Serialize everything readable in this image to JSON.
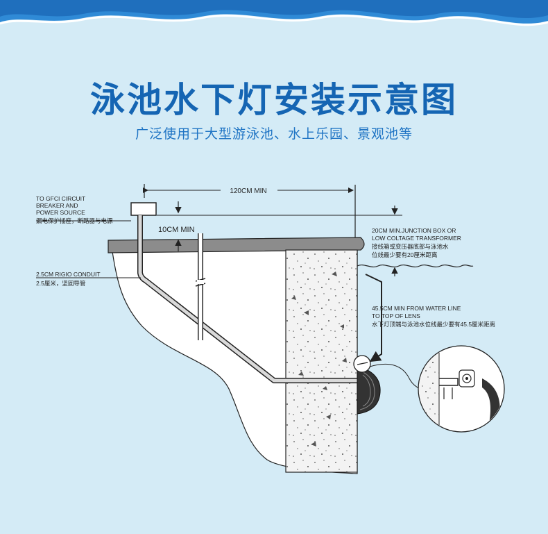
{
  "title": "泳池水下灯安装示意图",
  "subtitle": "广泛使用于大型游泳池、水上乐园、景观池等",
  "labels": {
    "width_dim": "120CM MIN",
    "height_dim": "10CM MIN",
    "gfci": {
      "line1": "TO GFCI CIRCUIT",
      "line2": "BREAKER AND",
      "line3": "POWER SOURCE",
      "cn": "漏电保护插座，断路器与电源"
    },
    "conduit": {
      "line1": "2.5CM RIGIO CONDUIT",
      "cn": "2.5厘米，坚固导管"
    },
    "junction": {
      "line1": "20CM MIN.JUNCTION BOX OR",
      "line2": "LOW COLTAGE TRANSFORMER",
      "cn1": "接线箱或变压器底部与泳池水",
      "cn2": "位线最少要有20厘米距离"
    },
    "lens": {
      "line1": "45.5CM MIN FROM WATER LINE",
      "line2": "TO TOP OF LENS",
      "cn": "水下灯顶端与泳池水位线最少要有45.5厘米距离"
    }
  },
  "colors": {
    "background": "#d4ebf6",
    "title": "#1565b3",
    "subtitle": "#1f74c4",
    "wave_dark": "#1f6fbd",
    "wave_light": "#2f8ad6"
  }
}
